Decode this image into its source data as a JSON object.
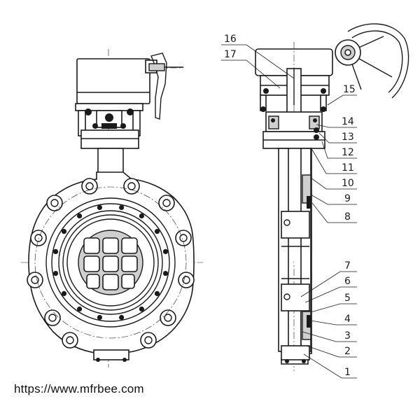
{
  "source_url": "https://www.mfrbee.com",
  "part_numbers": [
    "16",
    "17",
    "15",
    "14",
    "13",
    "12",
    "11",
    "10",
    "9",
    "8",
    "7",
    "6",
    "5",
    "4",
    "3",
    "2",
    "1"
  ],
  "colors": {
    "line": "#1a1a1a",
    "background": "#ffffff",
    "fill_gray": "#cfcfcf"
  }
}
